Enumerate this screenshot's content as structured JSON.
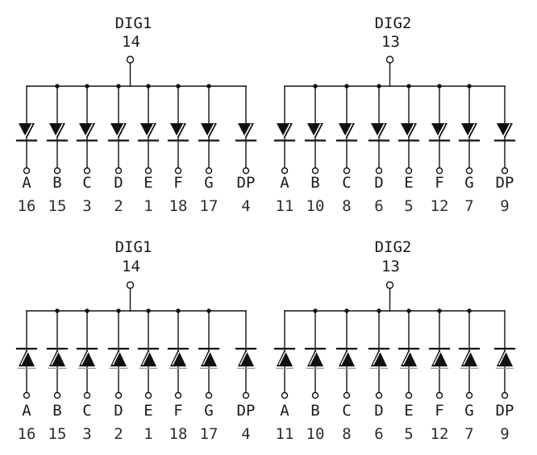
{
  "colors": {
    "line": "#111111",
    "text": "#1a1a1a",
    "pin_text": "#2e2e2e",
    "shadow": "#9c9c9c",
    "background": "#ffffff"
  },
  "diagrams": [
    {
      "digit_label": "DIG1",
      "common_pin": "14",
      "polarity": "common-anode",
      "segments": [
        "A",
        "B",
        "C",
        "D",
        "E",
        "F",
        "G",
        "DP"
      ],
      "pins": [
        "16",
        "15",
        "3",
        "2",
        "1",
        "18",
        "17",
        "4"
      ]
    },
    {
      "digit_label": "DIG2",
      "common_pin": "13",
      "polarity": "common-anode",
      "segments": [
        "A",
        "B",
        "C",
        "D",
        "E",
        "F",
        "G",
        "DP"
      ],
      "pins": [
        "11",
        "10",
        "8",
        "6",
        "5",
        "12",
        "7",
        "9"
      ]
    },
    {
      "digit_label": "DIG1",
      "common_pin": "14",
      "polarity": "common-cathode",
      "segments": [
        "A",
        "B",
        "C",
        "D",
        "E",
        "F",
        "G",
        "DP"
      ],
      "pins": [
        "16",
        "15",
        "3",
        "2",
        "1",
        "18",
        "17",
        "4"
      ]
    },
    {
      "digit_label": "DIG2",
      "common_pin": "13",
      "polarity": "common-cathode",
      "segments": [
        "A",
        "B",
        "C",
        "D",
        "E",
        "F",
        "G",
        "DP"
      ],
      "pins": [
        "11",
        "10",
        "8",
        "6",
        "5",
        "12",
        "7",
        "9"
      ]
    }
  ]
}
